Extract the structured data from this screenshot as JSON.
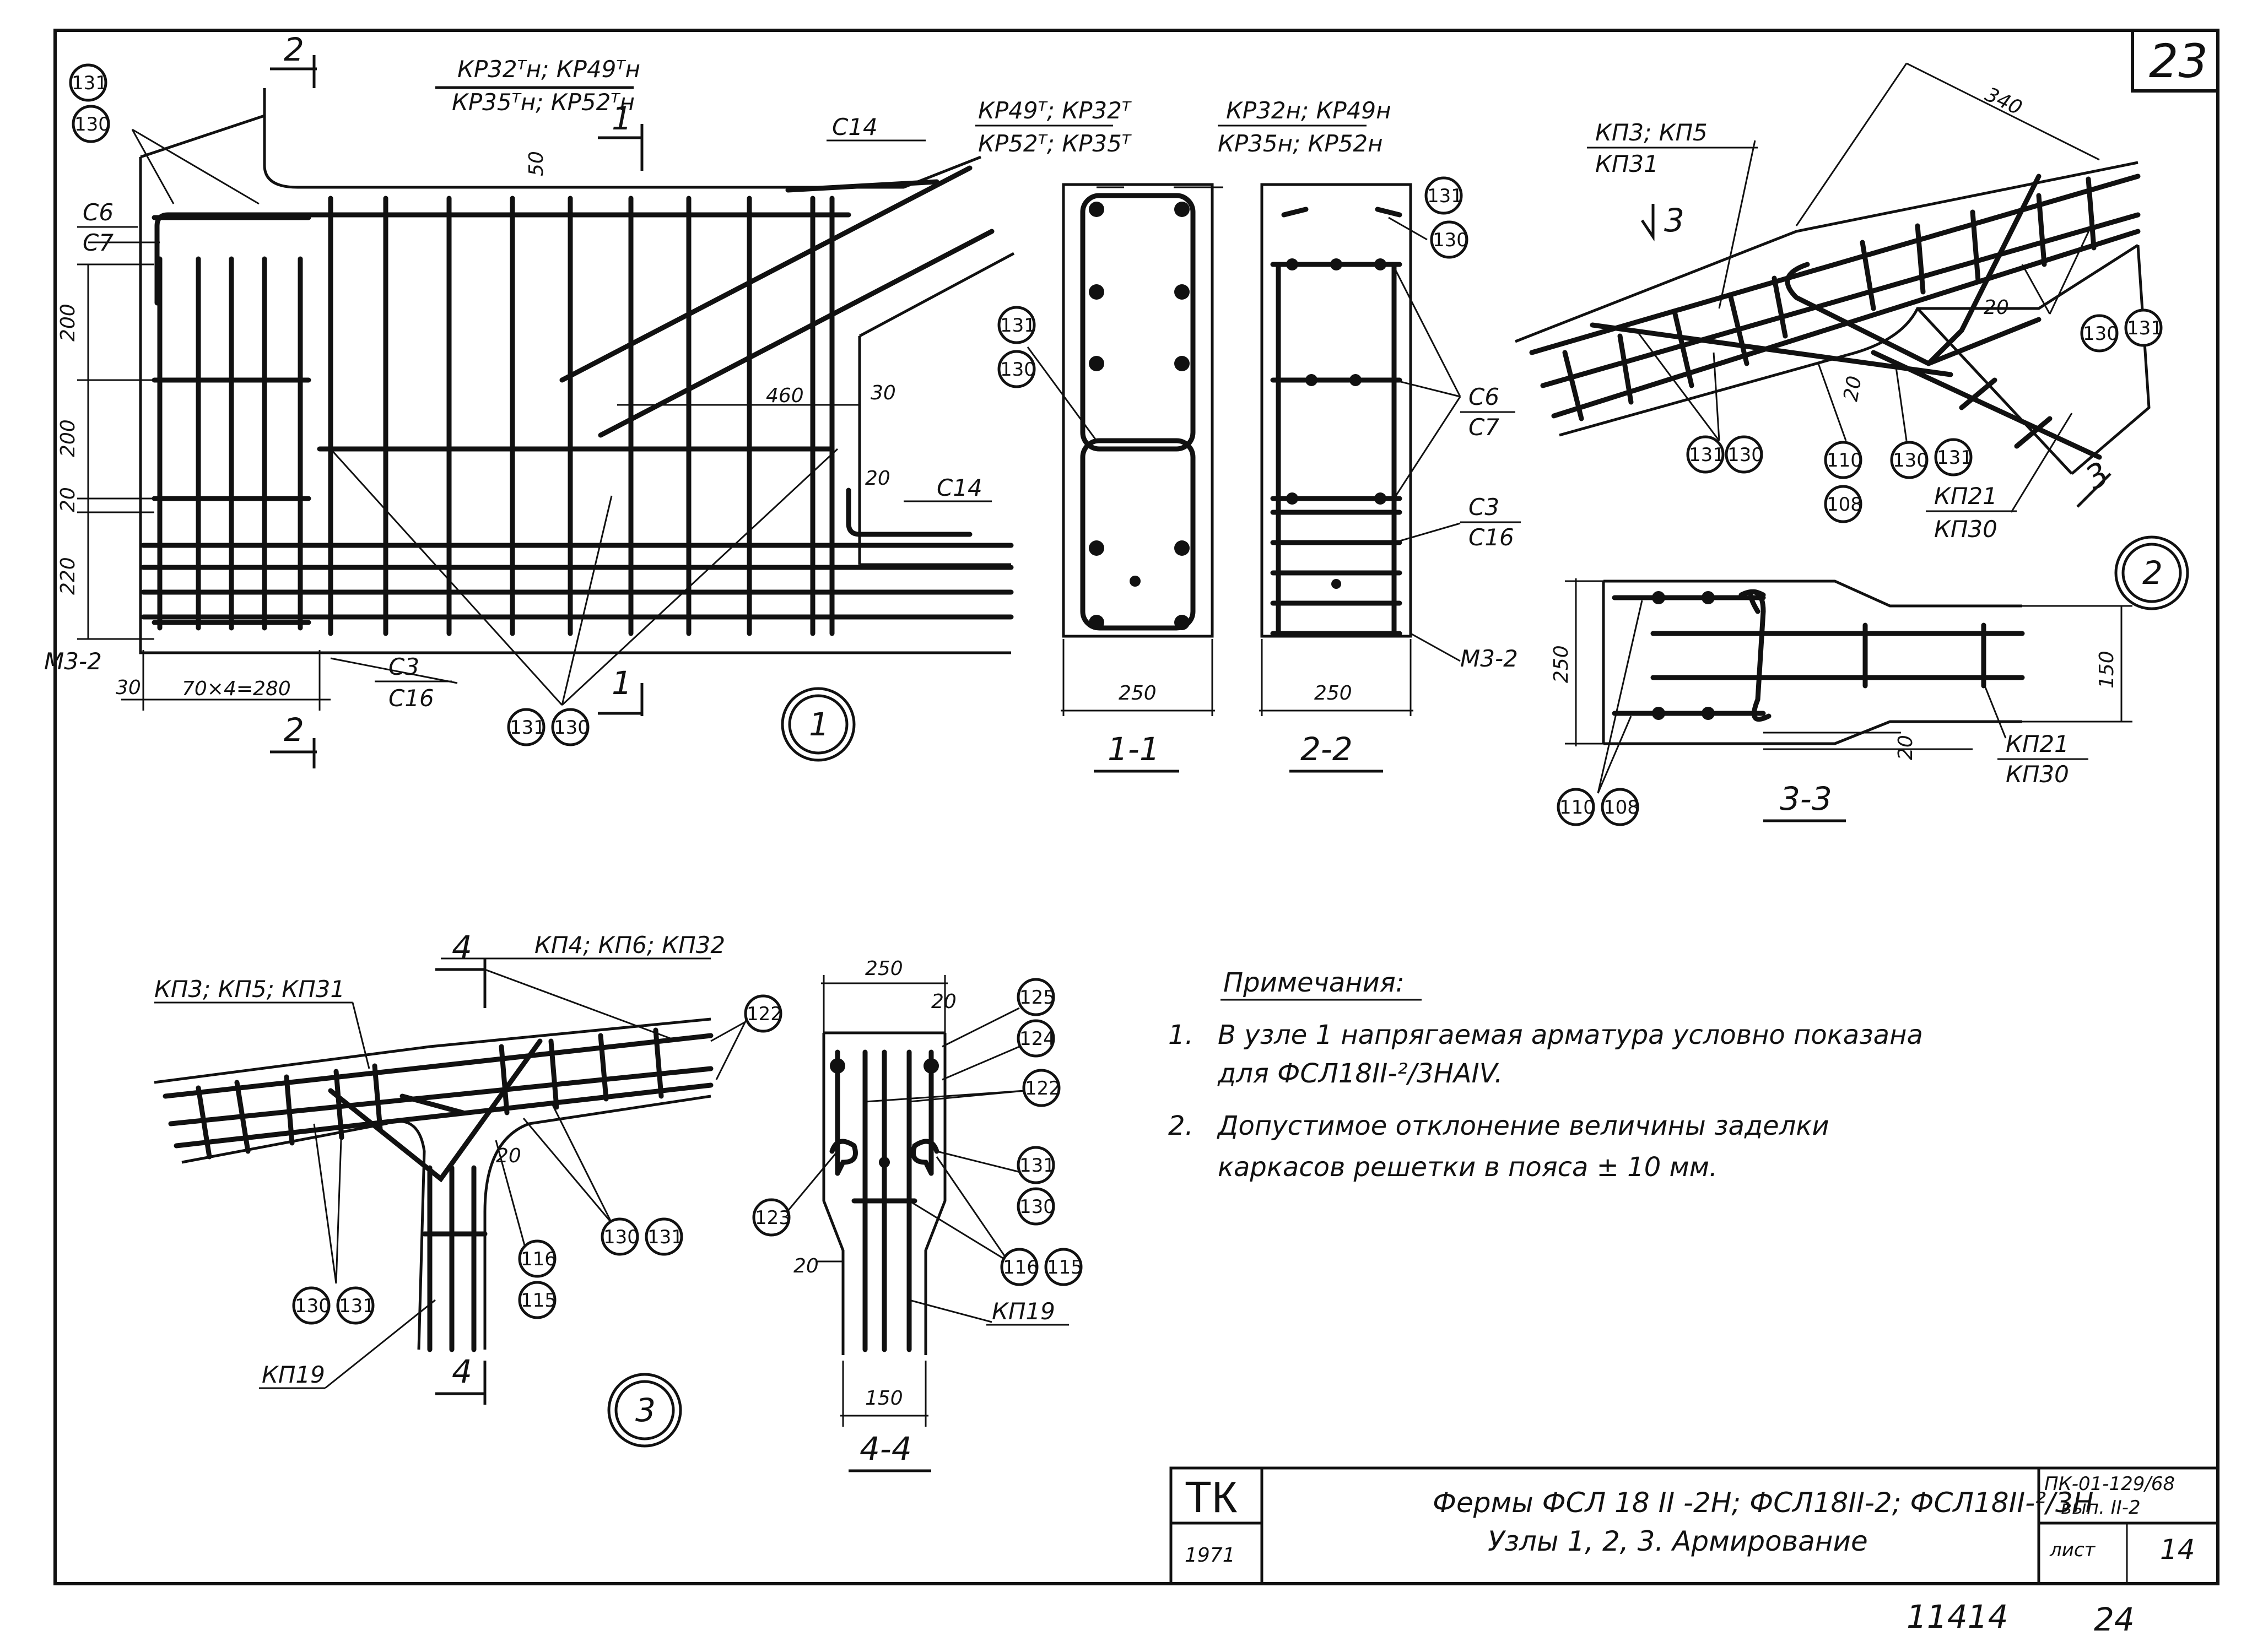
{
  "sheet": {
    "page_number": "23",
    "bottom_inventory": "11414",
    "bottom_page": "24"
  },
  "node1": {
    "number": "1",
    "rebar_top_fraction": {
      "num": "КР32ᵀн; КР49ᵀн",
      "den": "КР35ᵀн; КР52ᵀн"
    },
    "rebar_c14_top": "С14",
    "rebar_c14_low": "С14",
    "c6c7": {
      "num": "С6",
      "den": "С7"
    },
    "c3c16": {
      "num": "С3",
      "den": "С16"
    },
    "m3": "М3-2",
    "dims": {
      "d200": "200",
      "d200b": "200",
      "d20": "20",
      "d220": "220",
      "d30": "30",
      "spacing": "70×4=280",
      "d50": "50",
      "d460": "460",
      "d30b": "30",
      "d20b": "20"
    },
    "section_marks": {
      "s2": "2",
      "s1": "1"
    },
    "markers": [
      "131",
      "130"
    ]
  },
  "section11": {
    "label": "1-1",
    "top_left": {
      "num": "КР49ᵀ; КР32ᵀ",
      "den": "КР52ᵀ; КР35ᵀ"
    },
    "top_right": {
      "num": "КР32н; КР49н",
      "den": "КР35н; КР52н"
    },
    "width": "250",
    "markers": [
      "131",
      "130"
    ]
  },
  "section22": {
    "label": "2-2",
    "width": "250",
    "c6c7": {
      "num": "С6",
      "den": "С7"
    },
    "c3c16": {
      "num": "С3",
      "den": "С16"
    },
    "m3": "М3-2",
    "markers": [
      "131",
      "130"
    ]
  },
  "node2": {
    "number": "2",
    "kp_top": {
      "num": "КП3; КП5",
      "den": "КП31"
    },
    "kp_bottom": {
      "num": "КП21",
      "den": "КП30"
    },
    "dims": {
      "d340": "340",
      "d20": "20",
      "d20b": "20"
    },
    "section_mark": "3",
    "markers": [
      "130",
      "131",
      "131",
      "130",
      "110",
      "108",
      "130",
      "131"
    ]
  },
  "section33": {
    "label": "3-3",
    "dims": {
      "h250": "250",
      "h150": "150",
      "d20": "20"
    },
    "kp": {
      "num": "КП21",
      "den": "КП30"
    },
    "markers": [
      "110",
      "108"
    ]
  },
  "node3": {
    "number": "3",
    "kp_left": "КП3; КП5; КП31",
    "kp_right": "КП4; КП6; КП32",
    "kp19": "КП19",
    "d20": "20",
    "section_mark": "4",
    "markers": [
      "122",
      "130",
      "131",
      "116",
      "115",
      "130",
      "131"
    ]
  },
  "section44": {
    "label": "4-4",
    "dims": {
      "w250": "250",
      "d20": "20",
      "d20b": "20",
      "w150": "150"
    },
    "kp19": "КП19",
    "markers": [
      "125",
      "124",
      "122",
      "131",
      "130",
      "116",
      "115",
      "123"
    ]
  },
  "notes": {
    "title": "Примечания:",
    "n1_num": "1.",
    "n1_l1": "В узле 1 напрягаемая арматура условно показана",
    "n1_l2": "для ФСЛ18II-²/3НАIV.",
    "n2_num": "2.",
    "n2_l1": "Допустимое отклонение величины заделки",
    "n2_l2": "каркасов решетки в пояса ± 10 мм."
  },
  "title_block": {
    "org": "ТК",
    "year": "1971",
    "title_line1": "Фермы ФСЛ 18 II -2Н; ФСЛ18II-2; ФСЛ18II-²/3Н",
    "title_line2": "Узлы 1, 2, 3. Армирование",
    "series": "ПК-01-129/68",
    "issue": "вып. II-2",
    "sheet_label": "лист",
    "sheet_no": "14"
  }
}
